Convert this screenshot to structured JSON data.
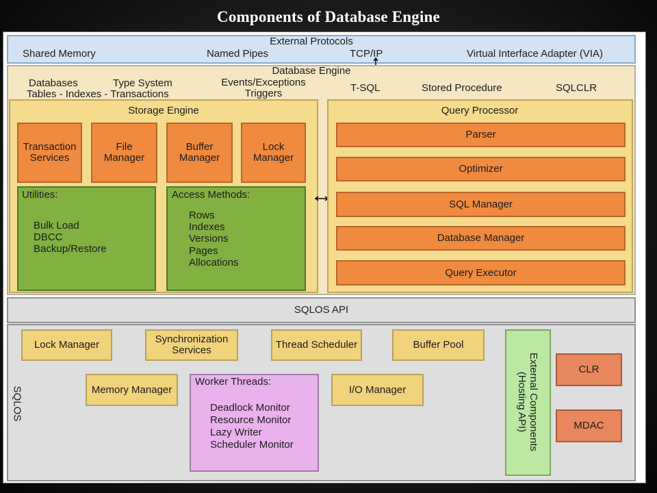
{
  "title": "Components of Database Engine",
  "external_protocols": {
    "heading": "External Protocols",
    "items": [
      "Shared Memory",
      "Named Pipes",
      "TCP/IP",
      "Virtual Interface Adapter (VIA)"
    ]
  },
  "database_engine": {
    "heading": "Database Engine",
    "labels": {
      "databases": "Databases",
      "type_system": "Type System",
      "tables_line": "Tables - Indexes - Transactions",
      "events": "Events/Exceptions",
      "triggers": "Triggers",
      "tsql": "T-SQL",
      "stored_procedure": "Stored Procedure",
      "sqlclr": "SQLCLR"
    }
  },
  "storage_engine": {
    "heading": "Storage Engine",
    "managers": [
      "Transaction Services",
      "File Manager",
      "Buffer Manager",
      "Lock Manager"
    ],
    "utilities": {
      "heading": "Utilities:",
      "items": [
        "Bulk Load",
        "DBCC",
        "Backup/Restore"
      ]
    },
    "access_methods": {
      "heading": "Access Methods:",
      "items": [
        "Rows",
        "Indexes",
        "Versions",
        "Pages",
        "Allocations"
      ]
    }
  },
  "query_processor": {
    "heading": "Query Processor",
    "items": [
      "Parser",
      "Optimizer",
      "SQL Manager",
      "Database Manager",
      "Query Executor"
    ]
  },
  "sqlos_api": "SQLOS API",
  "sqlos": {
    "label": "SQLOS",
    "lock_manager": "Lock Manager",
    "synchronization": "Synchronization Services",
    "thread_scheduler": "Thread Scheduler",
    "buffer_pool": "Buffer Pool",
    "memory_manager": "Memory Manager",
    "worker_threads": {
      "heading": "Worker Threads:",
      "items": [
        "Deadlock Monitor",
        "Resource Monitor",
        "Lazy Writer",
        "Scheduler Monitor"
      ]
    },
    "io_manager": "I/O Manager",
    "external_components": "External Components (Hosting API)",
    "clr": "CLR",
    "mdac": "MDAC"
  },
  "colors": {
    "protocols_bg": "#d3e3f3",
    "engine_bg": "#f6e7c3",
    "panel_bg": "#f4dc8c",
    "manager_orange": "#f08a3e",
    "utility_green": "#82b041",
    "sqlos_gray": "#dedede",
    "worker_pink": "#eab2ec",
    "external_green": "#bce8a3",
    "clr_salmon": "#e8875d"
  },
  "icons": [
    "double-arrow-vertical-icon",
    "double-arrow-horizontal-icon"
  ]
}
